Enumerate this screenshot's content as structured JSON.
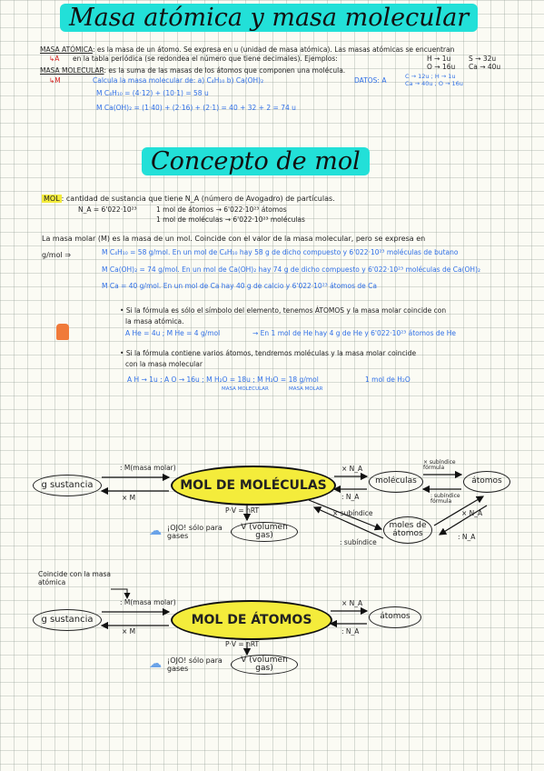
{
  "title1": "Masa atómica y masa molecular",
  "sec1": {
    "ma_label": "MASA ATÓMICA",
    "ma_text": ": es la masa de un átomo. Se expresa en u (unidad de masa atómica). Las masas atómicas se encuentran",
    "ma_text2": "en la tabla periódica (se redondea el número que tiene decimales). Ejemplos:",
    "ma_sym": "A",
    "ex1a": "H → 1u",
    "ex1b": "S → 32u",
    "ex2a": "O → 16u",
    "ex2b": "Ca → 40u",
    "mm_label": "MASA MOLECULAR",
    "mm_text": ": es la suma de las masas de los átomos que componen una molécula.",
    "mm_sym": "M",
    "calc": "Calcula la masa molecular de: a) C₄H₁₀  b) Ca(OH)₂",
    "datos": "DATOS: A",
    "datos1": "C → 12u ; H → 1u",
    "datos2": "Ca → 40u ; O → 16u",
    "res1": "M C₄H₁₀ = (4·12) + (10·1) = 58 u",
    "res2": "M Ca(OH)₂ = (1·40) + (2·16) + (2·1) = 40 + 32 + 2 = 74 u"
  },
  "title2": "Concepto de mol",
  "sec2": {
    "mol_label": "MOL",
    "mol_def": ": cantidad de sustancia que tiene N_A (número de Avogadro) de partículas.",
    "na": "N_A = 6'022·10²³",
    "na1": "1 mol de átomos → 6'022·10²³ átomos",
    "na2": "1 mol de moléculas → 6'022·10²³ moléculas",
    "mm_def": "La masa molar (M) es la masa de un mol. Coincide con el valor de la masa molecular, pero se expresa en",
    "mm_unit": "g/mol ⇒",
    "b1": "M C₄H₁₀ = 58 g/mol. En un mol de C₄H₁₀ hay 58 g de dicho compuesto y 6'022·10²³ moléculas de butano",
    "b2": "M Ca(OH)₂ = 74 g/mol. En un mol de Ca(OH)₂ hay 74 g de dicho compuesto y 6'022·10²³ moléculas de Ca(OH)₂",
    "b3": "M Ca = 40 g/mol. En un mol de Ca hay 40 g de calcio y 6'022·10²³ átomos de Ca",
    "p1": "Si la fórmula es sólo el símbolo del elemento, tenemos ÁTOMOS y la masa molar coincide con",
    "p1b": "la masa atómica.",
    "p1c": "A He = 4u ; M He = 4 g/mol",
    "p1d": "→ En 1 mol de He hay 4 g de He y 6'022·10²³ átomos de He",
    "p2": "Si la fórmula contiene varios átomos, tendremos moléculas y la masa molar coincide",
    "p2b": "con la masa molecular",
    "p2c": "A H → 1u ; A O → 16u ;  M H₂O = 18u ;  M H₂O = 18 g/mol",
    "p2d": "1 mol de H₂O",
    "p2e": "MASA MOLECULAR",
    "p2f": "MASA MOLAR"
  },
  "diagram1": {
    "center": "MOL DE MOLÉCULAS",
    "left": "g sustancia",
    "divM": ": M(masa molar)",
    "xM": "× M",
    "xNA": "× N_A",
    "divNA": ": N_A",
    "molecules": "moléculas",
    "xsub1": "× subíndice fórmula",
    "atoms": "átomos",
    "divsub1": ": subíndice fórmula",
    "xNA2": "× N_A",
    "divNA2": ": N_A",
    "xsub2": "× subíndice",
    "moles_atoms": "moles de átomos",
    "divsub2": ": subíndice",
    "pv": "P·V = nRT",
    "volume": "V (volumen gas)",
    "ojo": "¡OJO! sólo para gases"
  },
  "diagram2": {
    "note": "Coincide con la masa atómica",
    "center": "MOL DE ÁTOMOS",
    "left": "g sustancia",
    "divM": ": M(masa molar)",
    "xM": "× M",
    "xNA": "× N_A",
    "divNA": ": N_A",
    "atoms": "átomos",
    "pv": "P·V = nRT",
    "volume": "V (volumen gas)",
    "ojo": "¡OJO! sólo para gases"
  },
  "colors": {
    "cyan": "#22e0d8",
    "yellow": "#f4ec3b",
    "blue": "#2f6fe6",
    "red": "#d42020"
  }
}
